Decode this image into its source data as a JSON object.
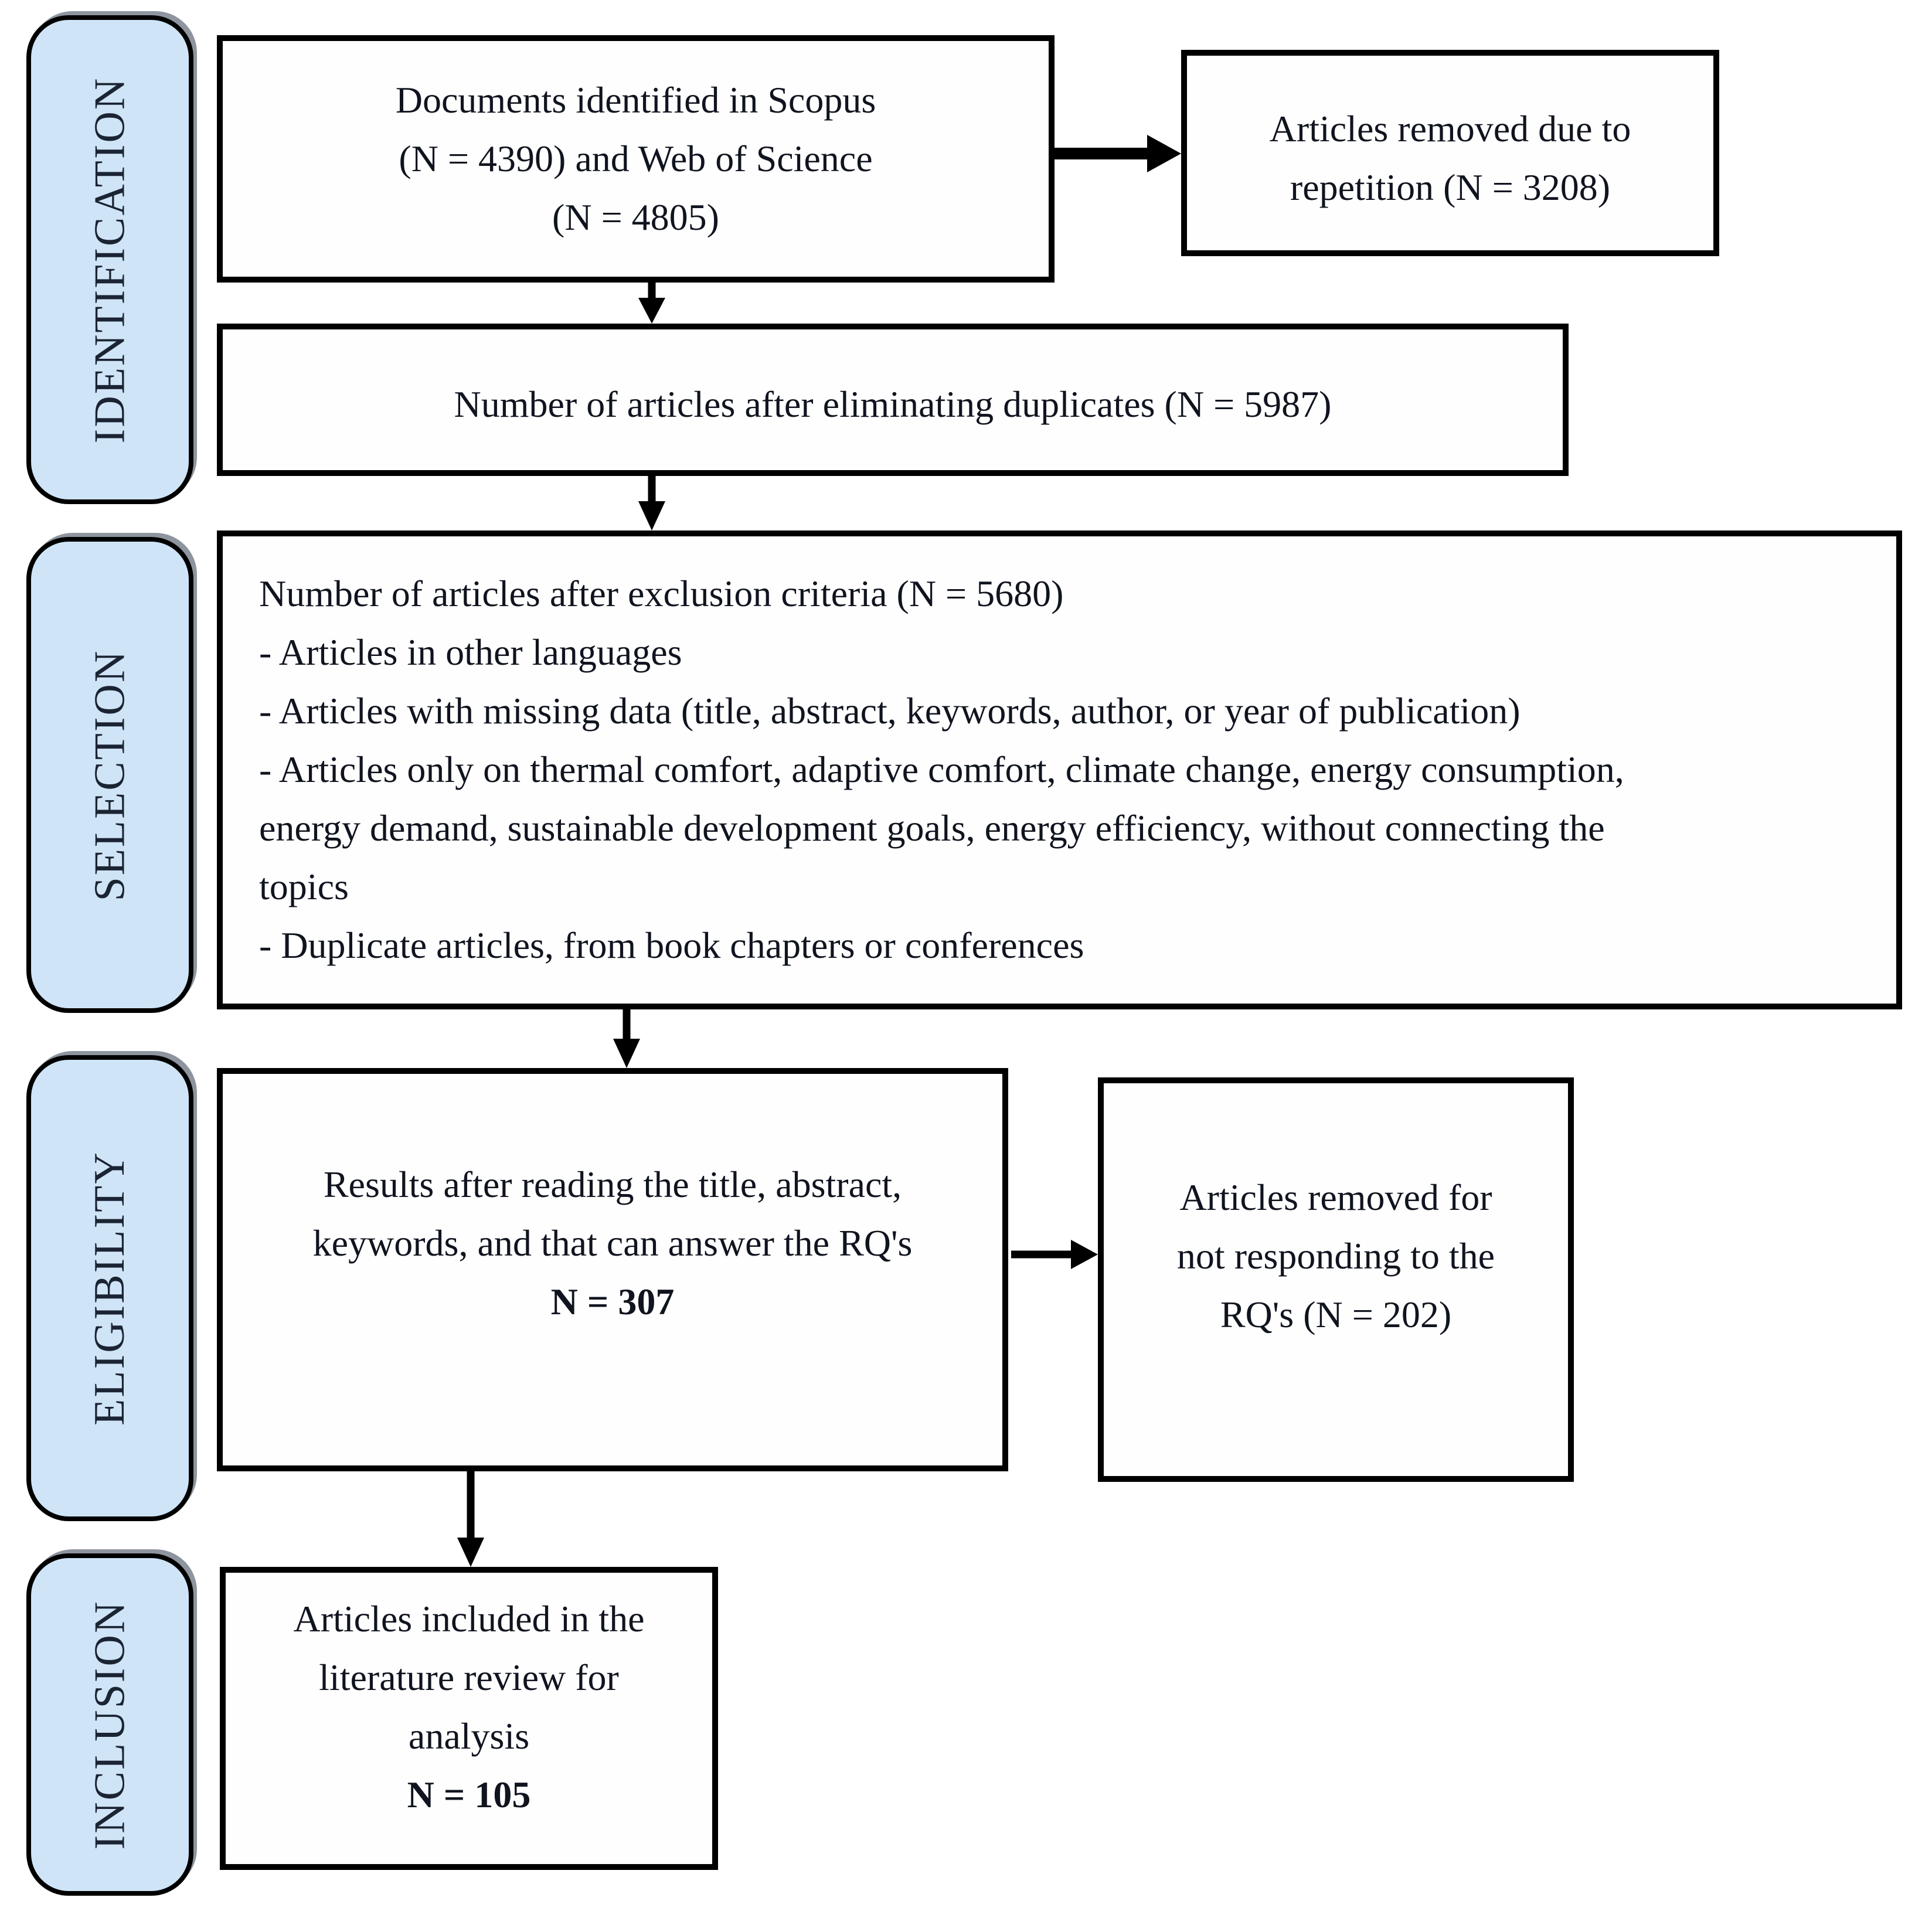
{
  "diagram_type": "prisma-literature-review-flowchart",
  "colors": {
    "stage_fill": "#cfe4f7",
    "stage_border": "#000000",
    "box_border": "#000000",
    "arrow": "#000000",
    "text": "#10141f",
    "background": "#ffffff"
  },
  "stages": [
    {
      "label": "IDENTIFICATION"
    },
    {
      "label": "SELECTION"
    },
    {
      "label": "ELIGIBILITY"
    },
    {
      "label": "INCLUSION"
    }
  ],
  "boxes": {
    "identified": {
      "lines": [
        "Documents identified in Scopus",
        "(N = 4390) and Web of Science",
        "(N = 4805)"
      ]
    },
    "removed_repetition": {
      "lines": [
        "Articles removed due to",
        "repetition (N = 3208)"
      ]
    },
    "after_duplicates": {
      "lines": [
        "Number of articles after eliminating duplicates (N = 5987)"
      ]
    },
    "after_exclusion": {
      "lines": [
        "Number of articles after exclusion criteria (N = 5680)",
        "- Articles in other languages",
        "- Articles with missing data (title, abstract, keywords, author, or year of publication)",
        "- Articles only on thermal comfort, adaptive comfort, climate change, energy consumption,",
        "energy demand, sustainable development goals, energy efficiency, without connecting the",
        "topics",
        "- Duplicate articles, from book chapters or conferences"
      ]
    },
    "eligible": {
      "lines": [
        "Results after reading the title, abstract,",
        "keywords, and that can answer the RQ's",
        "N = 307"
      ]
    },
    "removed_rq": {
      "lines": [
        "Articles removed for",
        "not responding to the",
        "RQ's (N = 202)"
      ]
    },
    "included": {
      "lines": [
        "Articles included in the",
        "literature review for",
        "analysis",
        "N = 105"
      ]
    }
  },
  "counts": {
    "scopus": 4390,
    "web_of_science": 4805,
    "removed_repetition": 3208,
    "after_duplicates": 5987,
    "after_exclusion": 5680,
    "eligible": 307,
    "removed_not_responding": 202,
    "included": 105
  }
}
